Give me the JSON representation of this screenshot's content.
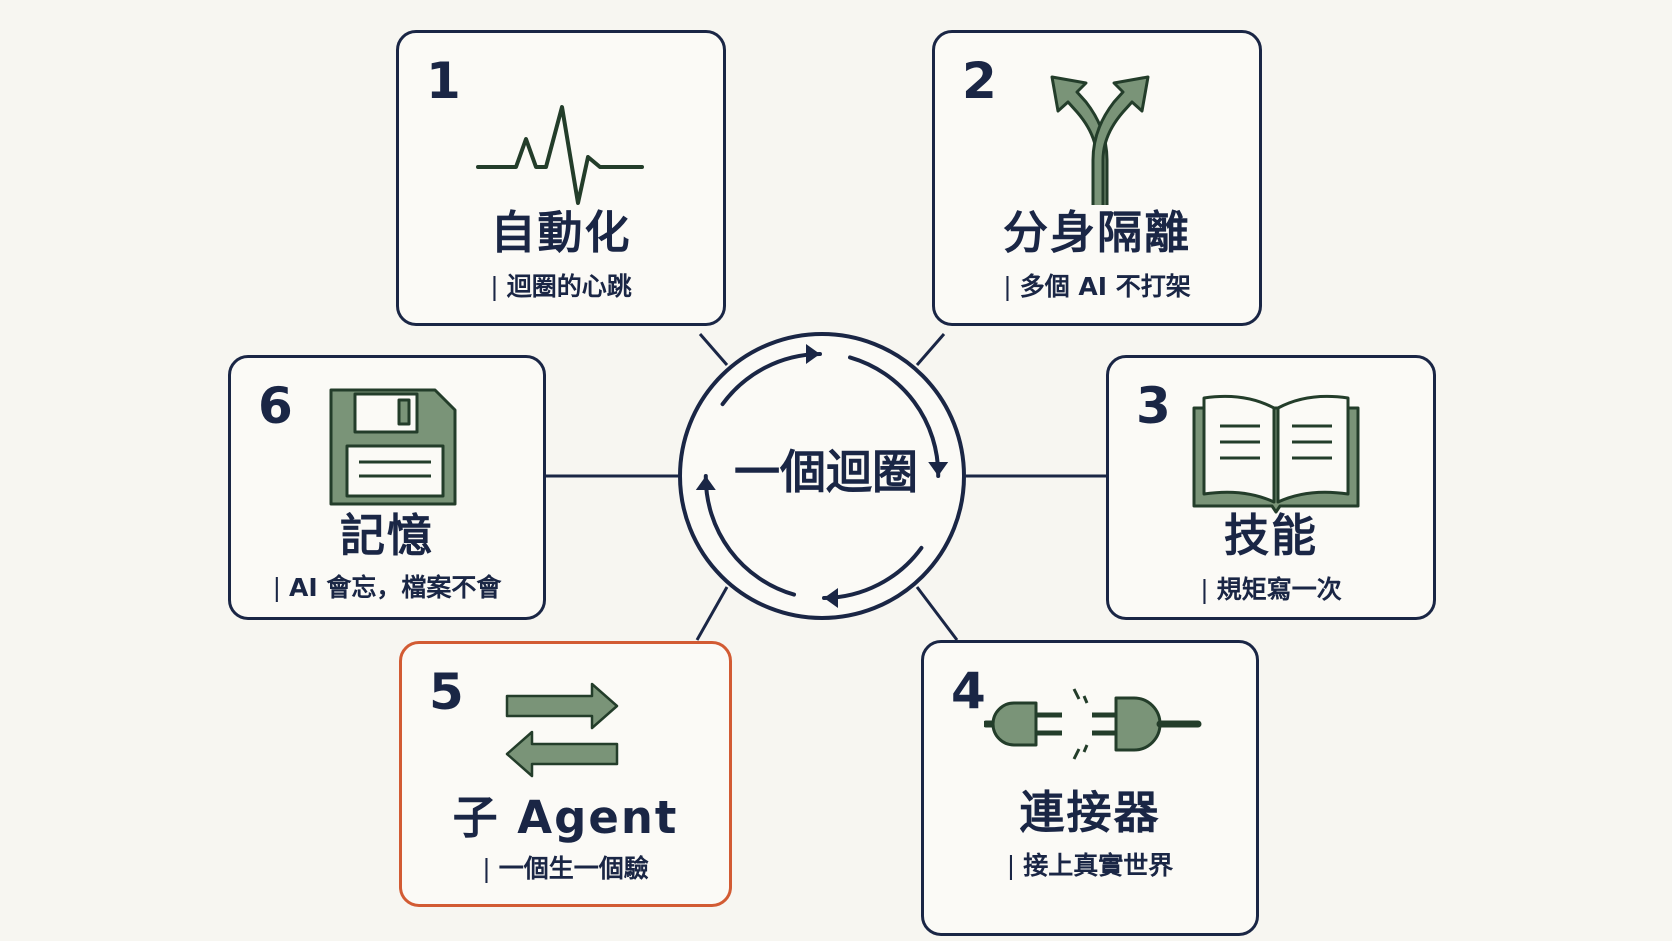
{
  "center": {
    "label": "一個迴圈"
  },
  "nodes": [
    {
      "num": "1",
      "title": "自動化",
      "subtitle": "迴圈的心跳",
      "icon": "heartbeat-icon"
    },
    {
      "num": "2",
      "title": "分身隔離",
      "subtitle": "多個 AI 不打架",
      "icon": "fork-arrows-icon"
    },
    {
      "num": "3",
      "title": "技能",
      "subtitle": "規矩寫一次",
      "icon": "open-book-icon"
    },
    {
      "num": "4",
      "title": "連接器",
      "subtitle": "接上真實世界",
      "icon": "plug-icon"
    },
    {
      "num": "5",
      "title": "子 Agent",
      "subtitle": "一個生一個驗",
      "icon": "swap-arrows-icon",
      "highlighted": true
    },
    {
      "num": "6",
      "title": "記憶",
      "subtitle": "AI 會忘，檔案不會",
      "icon": "floppy-disk-icon"
    }
  ],
  "colors": {
    "navy": "#1a2645",
    "icon_fill": "#7a9478",
    "icon_stroke": "#233d2a",
    "highlight": "#d25b33",
    "background": "#f7f6f1"
  }
}
